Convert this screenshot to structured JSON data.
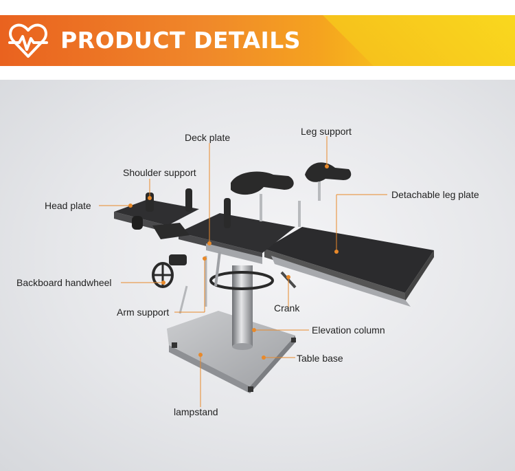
{
  "banner": {
    "title": "PRODUCT DETAILS",
    "icon": "heart-pulse-icon",
    "colors": {
      "start": "#e9621f",
      "end": "#f9d71c"
    }
  },
  "labels": {
    "deck_plate": "Deck plate",
    "leg_support": "Leg support",
    "shoulder_support": "Shoulder support",
    "head_plate": "Head plate",
    "detachable_leg_plate": "Detachable leg plate",
    "backboard_handwheel": "Backboard handwheel",
    "arm_support": "Arm support",
    "crank": "Crank",
    "elevation_column": "Elevation column",
    "table_base": "Table base",
    "lampstand": "lampstand"
  },
  "accent_color": "#e8892a"
}
